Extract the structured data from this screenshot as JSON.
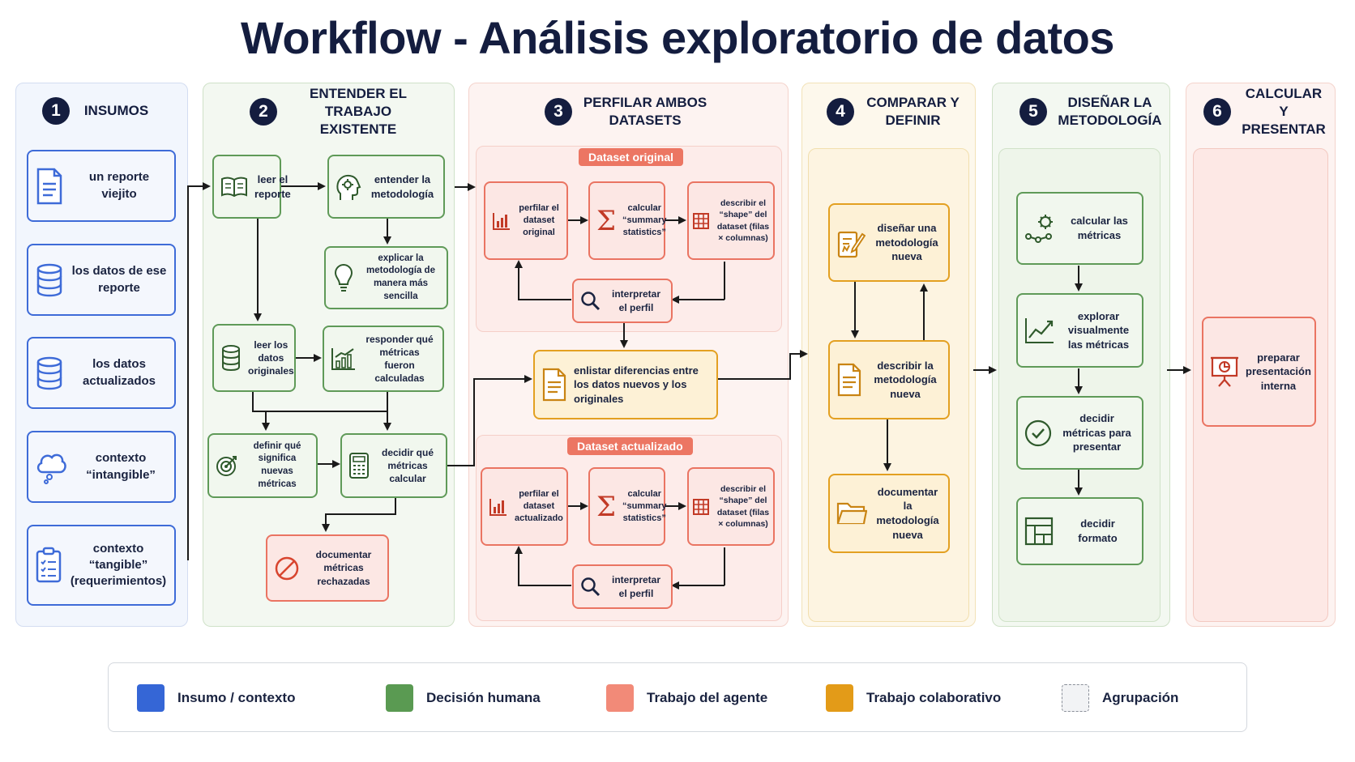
{
  "title": "Workflow - Análisis exploratorio de datos",
  "columns": [
    {
      "number": "1",
      "title": "INSUMOS"
    },
    {
      "number": "2",
      "title": "ENTENDER EL TRABAJO EXISTENTE"
    },
    {
      "number": "3",
      "title": "PERFILAR AMBOS DATASETS"
    },
    {
      "number": "4",
      "title": "COMPARAR Y DEFINIR"
    },
    {
      "number": "5",
      "title": "DISEÑAR LA METODOLOGÍA"
    },
    {
      "number": "6",
      "title": "CALCULAR Y PRESENTAR"
    }
  ],
  "insumos": [
    {
      "label": "un reporte viejito",
      "icon": "document-icon"
    },
    {
      "label": "los datos de ese reporte",
      "icon": "database-icon"
    },
    {
      "label": "los datos actualizados",
      "icon": "database-icon"
    },
    {
      "label": "contexto “intangible”",
      "icon": "thought-cloud-icon"
    },
    {
      "label": "contexto “tangible” (requerimientos)",
      "icon": "clipboard-icon"
    }
  ],
  "entender": {
    "leer_reporte": "leer el reporte",
    "entender_metodologia": "entender la metodología",
    "explicar_metodologia": "explicar la metodología de manera más sencilla",
    "leer_datos": "leer los datos originales",
    "responder_metricas": "responder qué métricas fueron calculadas",
    "definir_significa": "definir qué significa nuevas métricas",
    "decidir_metricas": "decidir qué métricas calcular",
    "documentar_rechazadas": "documentar métricas rechazadas"
  },
  "perfilar": {
    "original_label": "Dataset original",
    "actualizado_label": "Dataset actualizado",
    "perfilar_original": "perfilar el dataset original",
    "perfilar_actualizado": "perfilar el dataset actualizado",
    "calcular_summary": "calcular “summary statistics”",
    "describir_shape": "describir el “shape” del dataset (filas × columnas)",
    "interpretar": "interpretar el perfil",
    "enlistar": "enlistar diferencias entre los datos nuevos y los originales"
  },
  "comparar": {
    "disenar": "diseñar una metodología nueva",
    "describir": "describir la metodología nueva",
    "documentar": "documentar la metodología nueva"
  },
  "disenar": {
    "calcular": "calcular las métricas",
    "explorar": "explorar visualmente las métricas",
    "decidir_presentar": "decidir métricas para presentar",
    "decidir_formato": "decidir formato"
  },
  "presentar": {
    "preparar": "preparar presentación interna"
  },
  "legend": [
    {
      "label": "Insumo / contexto",
      "color": "#3566d6"
    },
    {
      "label": "Decisión humana",
      "color": "#5a9a52"
    },
    {
      "label": "Trabajo del agente",
      "color": "#f28a78"
    },
    {
      "label": "Trabajo colaborativo",
      "color": "#e39b18"
    },
    {
      "label": "Agrupación",
      "color": "#f2f3f5"
    }
  ],
  "colors": {
    "insumo": "#3e6bd8",
    "decision": "#5f9a58",
    "agente": "#ea7462",
    "colaborativo": "#e3a021",
    "title": "#141d3f"
  }
}
